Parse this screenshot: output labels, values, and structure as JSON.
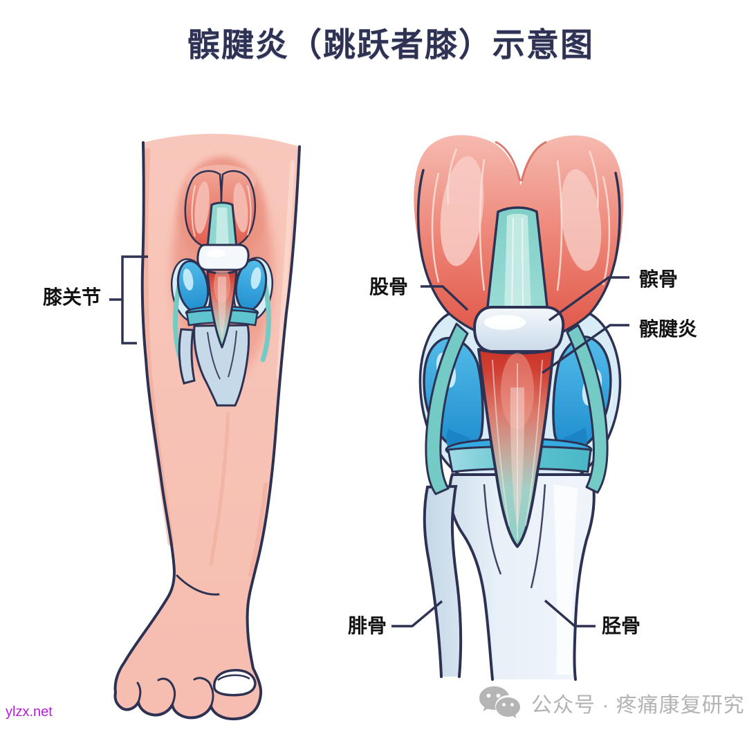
{
  "title": "髌腱炎（跳跃者膝）示意图",
  "left_figure": {
    "knee_joint_label": "膝关节"
  },
  "right_figure": {
    "femur_label": "股骨",
    "patella_label": "髌骨",
    "patellar_tendinitis_label": "髌腱炎",
    "fibula_label": "腓骨",
    "tibia_label": "胫骨"
  },
  "watermark": {
    "icon": "wechat-icon",
    "text": "公众号 · 疼痛康复研究"
  },
  "corner_watermark": "ylzx.net",
  "colors": {
    "title_navy": "#2e3254",
    "label_text": "#111111",
    "outline_navy": "#2e3252",
    "skin_pink": "#f7c2b5",
    "muscle_red": "#e05a4c",
    "tendon_teal": "#8fd6cf",
    "inflamed_red": "#cc3227",
    "bursa_blue": "#2fa9e2",
    "capsule_light_blue": "#d8ecf8",
    "bone_light": "#e4edf6",
    "watermark_gray": "#b3b3b3",
    "corner_watermark_magenta": "#b520d6"
  }
}
